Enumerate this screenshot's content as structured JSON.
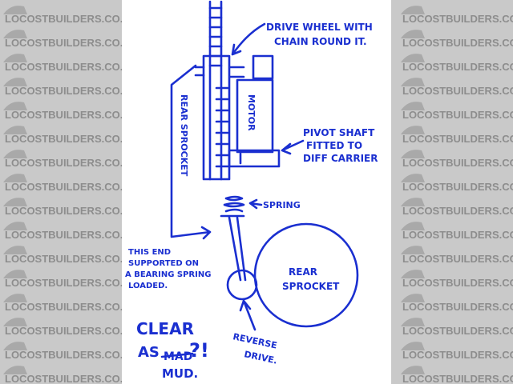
{
  "watermark": {
    "text": "LOCOSTBUILDERS.CO.UK",
    "logo": "car-logo-icon"
  },
  "diagram": {
    "labels": {
      "drive_wheel_line1": "DRIVE WHEEL WITH",
      "drive_wheel_line2": "CHAIN ROUND IT.",
      "rear_sprocket_vertical": "REAR SPROCKET",
      "motor": "MOTOR",
      "pivot_line1": "PIVOT SHAFT",
      "pivot_line2": "FITTED TO",
      "pivot_line3": "DIFF CARRIER",
      "spring": "SPRING",
      "bearing_line1": "THIS END",
      "bearing_line2": "SUPPORTED ON",
      "bearing_line3": "A BEARING SPRING",
      "bearing_line4": "LOADED.",
      "rear_sprocket_line1": "REAR",
      "rear_sprocket_line2": "SPROCKET",
      "reverse_line1": "REVERSE",
      "reverse_line2": "DRIVE.",
      "clear_line1": "CLEAR",
      "clear_line2": "AS",
      "clear_struck": "MAD",
      "clear_punct": "?!",
      "clear_line3": "MUD."
    }
  }
}
